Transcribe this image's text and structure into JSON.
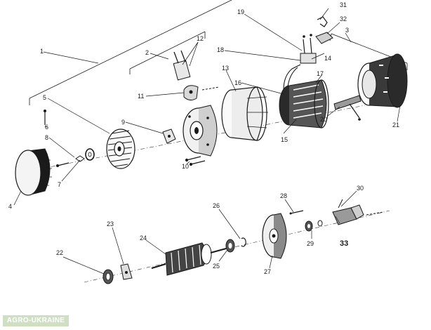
{
  "labels": {
    "l1": "1",
    "l2": "2",
    "l3": "3",
    "l4": "4",
    "l5": "5",
    "l6": "6",
    "l7": "7",
    "l8": "8",
    "l9": "9",
    "l10": "10",
    "l11": "11",
    "l12": "12",
    "l13": "13",
    "l14": "14",
    "l15": "15",
    "l16": "16",
    "l17": "17",
    "l18": "18",
    "l19": "19",
    "l20": "20",
    "l21": "21",
    "l22": "22",
    "l23": "23",
    "l24": "24",
    "l25": "25",
    "l26": "26",
    "l27": "27",
    "l28": "28",
    "l29": "29",
    "l30": "30",
    "l31": "31",
    "l32": "32",
    "l33": "33"
  },
  "watermark": "AGRO-UKRAINE"
}
